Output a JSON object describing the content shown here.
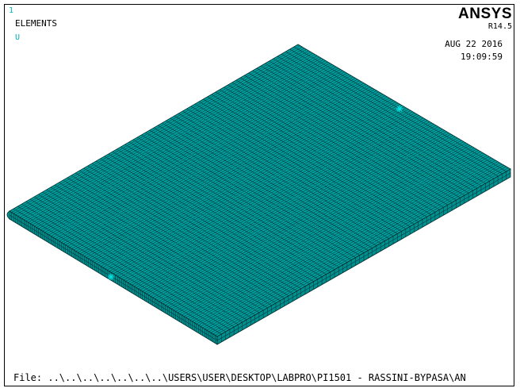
{
  "header": {
    "window_number": "1",
    "plot_label": "ELEMENTS",
    "marker_glyph": "U",
    "brand": "ANSYS",
    "version": "R14.5",
    "date": "AUG 22 2016",
    "time": "19:09:59"
  },
  "footer": {
    "file_path": "File: ..\\..\\..\\..\\..\\..\\..\\USERS\\USER\\DESKTOP\\LABPRO\\PI1501 - RASSINI-BYPASA\\AN"
  },
  "model": {
    "element_color": "#00a0a0",
    "edge_color": "#002a2a",
    "side_color": "#008f8f",
    "boundary_color": "#00e0e0",
    "mesh_divisions_long": 100,
    "mesh_divisions_short": 70,
    "mesh_divisions_thickness": 2
  }
}
